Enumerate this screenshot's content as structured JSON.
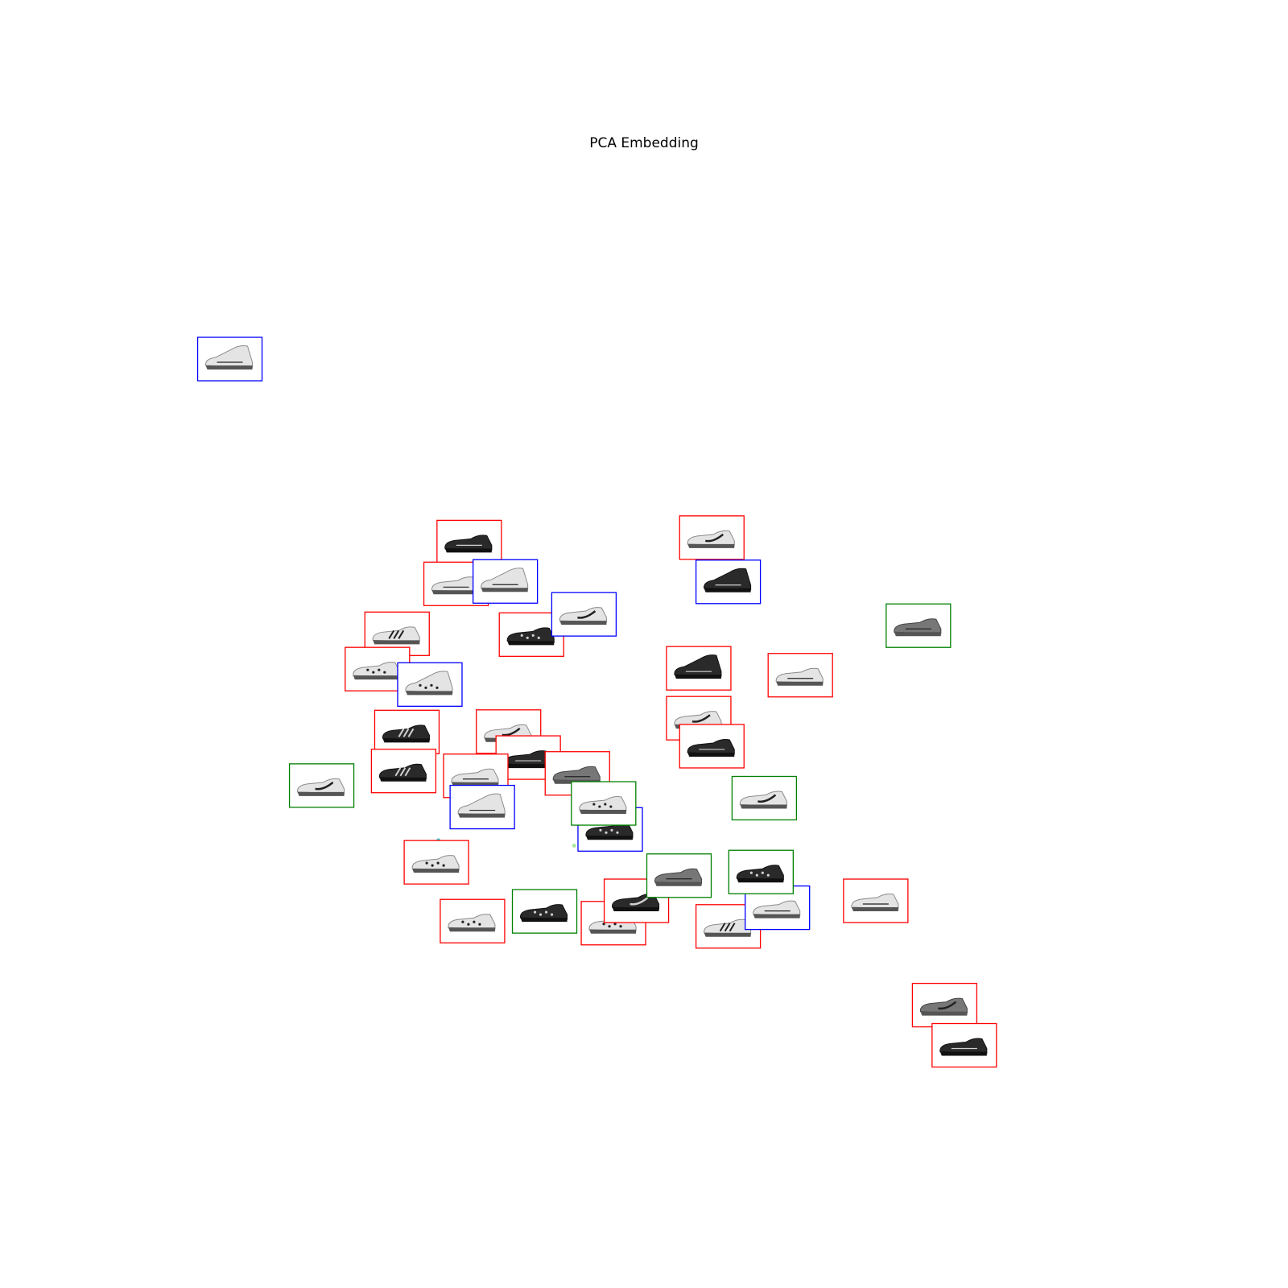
{
  "chart_data": {
    "type": "scatter",
    "title": "PCA Embedding",
    "xlabel": "",
    "ylabel": "",
    "axes_visible": false,
    "grid": false,
    "legend": "none",
    "xlim": [
      -4.6,
      10.5
    ],
    "ylim": [
      -12.2,
      12.0
    ],
    "series": [
      {
        "color": "#ff0000",
        "marker": "sneaker-thumbnail",
        "points": [
          {
            "x": 0.1,
            "y": 2.61,
            "shoe": "dark-low"
          },
          {
            "x": 3.8,
            "y": 2.72,
            "shoe": "white-swoosh"
          },
          {
            "x": -0.1,
            "y": 1.58,
            "shoe": "white-runner"
          },
          {
            "x": -1.0,
            "y": 0.35,
            "shoe": "white-strappy"
          },
          {
            "x": 1.05,
            "y": 0.33,
            "shoe": "dark-patterned"
          },
          {
            "x": -1.3,
            "y": -0.52,
            "shoe": "white-mesh"
          },
          {
            "x": 3.6,
            "y": -0.5,
            "shoe": "dark-mid"
          },
          {
            "x": 5.15,
            "y": -0.67,
            "shoe": "white-laced"
          },
          {
            "x": -0.85,
            "y": -2.07,
            "shoe": "dark-strap"
          },
          {
            "x": 0.7,
            "y": -2.06,
            "shoe": "white-swoosh"
          },
          {
            "x": 3.6,
            "y": -1.73,
            "shoe": "white-swoosh"
          },
          {
            "x": 3.8,
            "y": -2.42,
            "shoe": "dark-low"
          },
          {
            "x": 1.0,
            "y": -2.7,
            "shoe": "dark-low"
          },
          {
            "x": 1.75,
            "y": -3.09,
            "shoe": "grey-low"
          },
          {
            "x": -0.9,
            "y": -3.03,
            "shoe": "dark-strap"
          },
          {
            "x": 0.2,
            "y": -3.15,
            "shoe": "white-runner"
          },
          {
            "x": -0.4,
            "y": -5.28,
            "shoe": "white-sketch"
          },
          {
            "x": 0.15,
            "y": -6.73,
            "shoe": "white-mixed"
          },
          {
            "x": 2.3,
            "y": -6.78,
            "shoe": "white-mixed"
          },
          {
            "x": 2.65,
            "y": -6.23,
            "shoe": "dark-swoosh"
          },
          {
            "x": 4.05,
            "y": -6.86,
            "shoe": "white-stripes"
          },
          {
            "x": 6.3,
            "y": -6.23,
            "shoe": "white-low"
          },
          {
            "x": 7.35,
            "y": -8.8,
            "shoe": "grey-swoosh"
          },
          {
            "x": 7.65,
            "y": -9.79,
            "shoe": "dark-low"
          }
        ]
      },
      {
        "color": "#0000ff",
        "marker": "sneaker-thumbnail",
        "points": [
          {
            "x": -3.55,
            "y": 7.12,
            "shoe": "white-high"
          },
          {
            "x": 0.65,
            "y": 1.64,
            "shoe": "white-high"
          },
          {
            "x": 4.05,
            "y": 1.63,
            "shoe": "dark-high"
          },
          {
            "x": 1.85,
            "y": 0.83,
            "shoe": "white-swoosh"
          },
          {
            "x": -0.5,
            "y": -0.9,
            "shoe": "patterned-high"
          },
          {
            "x": 0.3,
            "y": -3.92,
            "shoe": "white-mid"
          },
          {
            "x": 2.25,
            "y": -4.47,
            "shoe": "dark-mixed"
          },
          {
            "x": 4.8,
            "y": -6.4,
            "shoe": "white-black"
          }
        ]
      },
      {
        "color": "#008000",
        "marker": "sneaker-thumbnail",
        "points": [
          {
            "x": 6.95,
            "y": 0.55,
            "shoe": "grey-low"
          },
          {
            "x": -2.15,
            "y": -3.39,
            "shoe": "white-swoosh"
          },
          {
            "x": 2.15,
            "y": -3.83,
            "shoe": "white-mixed"
          },
          {
            "x": 4.6,
            "y": -3.7,
            "shoe": "white-swoosh"
          },
          {
            "x": 3.3,
            "y": -5.61,
            "shoe": "grey-low"
          },
          {
            "x": 4.55,
            "y": -5.52,
            "shoe": "dark-mesh"
          },
          {
            "x": 1.25,
            "y": -6.49,
            "shoe": "dark-patterned"
          }
        ]
      }
    ],
    "dots": [
      {
        "x": 5.1,
        "y": -1.14,
        "color": "#9467bd"
      },
      {
        "x": -0.45,
        "y": -2.48,
        "color": "#ffd966"
      },
      {
        "x": -0.37,
        "y": -4.74,
        "color": "#17becf"
      },
      {
        "x": 1.7,
        "y": -4.87,
        "color": "#98df8a"
      }
    ]
  }
}
